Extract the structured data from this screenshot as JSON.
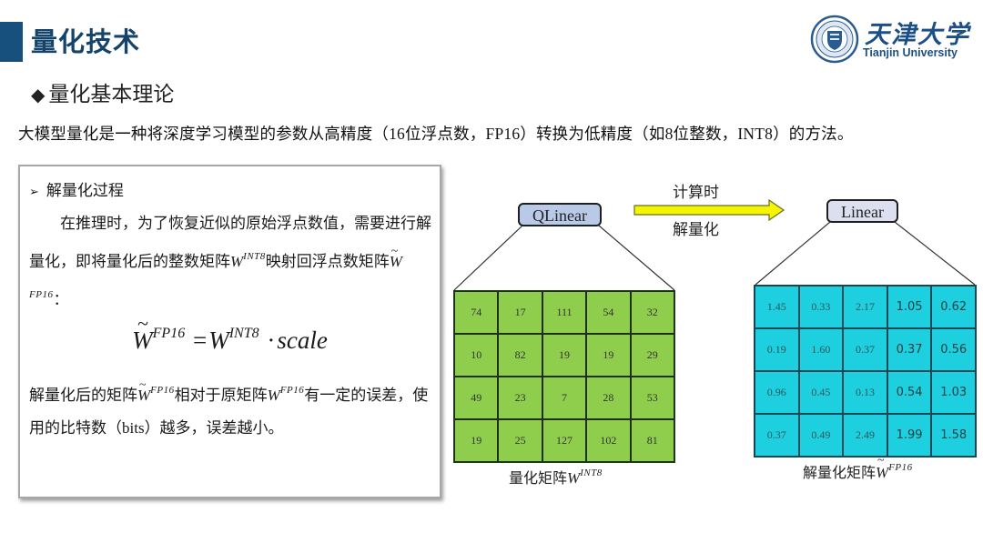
{
  "header": {
    "title": "量化技术",
    "accent_color": "#17507c",
    "logo": {
      "cn_name": "天津大学",
      "en_name": "Tianjin University",
      "seal_icon": "university-seal-icon"
    }
  },
  "subtitle": {
    "bullet": "◆",
    "text": "量化基本理论"
  },
  "intro": {
    "part1": "大模型量化是一种将深度学习模型的参数从高精度（",
    "part2": "16",
    "part3": "位浮点数，",
    "part4": "FP16",
    "part5": "）转换为低精度（如",
    "part6": "8",
    "part7": "位整数，",
    "part8": "INT8",
    "part9": "）的方法。"
  },
  "textbox": {
    "heading_bullet": "➢",
    "heading": "解量化过程",
    "para1_a": "在推理时，为了恢复近似的原始浮点数值，需要进行解量化，即将量化后的整数矩阵",
    "para1_w": "W",
    "para1_sup1": "INT8",
    "para1_b": "映射回浮点数矩阵",
    "para1_w2": "W",
    "para1_sup2": "FP16",
    "para1_c": "：",
    "formula": {
      "lhs": "W",
      "lhs_sup": "FP16",
      "eq": "=",
      "rhs": "W",
      "rhs_sup": "INT8",
      "dot": "·",
      "scale": "scale"
    },
    "para2_a": "解量化后的矩阵",
    "para2_w1": "W",
    "para2_sup1": "FP16",
    "para2_b": "相对于原矩阵",
    "para2_w2": "W",
    "para2_sup2": "FP16",
    "para2_c": "有一定的误差，使用的比特数（",
    "para2_bits": "bits",
    "para2_d": "）越多，误差越小。"
  },
  "diagram": {
    "left_node": "QLinear",
    "right_node": "Linear",
    "arrow_label_top": "计算时",
    "arrow_label_bottom": "解量化",
    "arrow_color": "#f5f500",
    "int8_matrix": {
      "color": "#8fcd4d",
      "caption": "量化矩阵",
      "caption_w": "W",
      "caption_sup": "INT8",
      "rows": [
        [
          "74",
          "17",
          "111",
          "54",
          "32"
        ],
        [
          "10",
          "82",
          "19",
          "19",
          "29"
        ],
        [
          "49",
          "23",
          "7",
          "28",
          "53"
        ],
        [
          "19",
          "25",
          "127",
          "102",
          "81"
        ]
      ]
    },
    "fp16_matrix": {
      "color": "#1ed0df",
      "caption": "解量化矩阵",
      "caption_w": "W",
      "caption_sup": "FP16",
      "rows": [
        [
          "1.45",
          "0.33",
          "2.17",
          "1.05",
          "0.62"
        ],
        [
          "0.19",
          "1.60",
          "0.37",
          "0.37",
          "0.56"
        ],
        [
          "0.96",
          "0.45",
          "0.13",
          "0.54",
          "1.03"
        ],
        [
          "0.37",
          "0.49",
          "2.49",
          "1.99",
          "1.58"
        ]
      ]
    }
  }
}
